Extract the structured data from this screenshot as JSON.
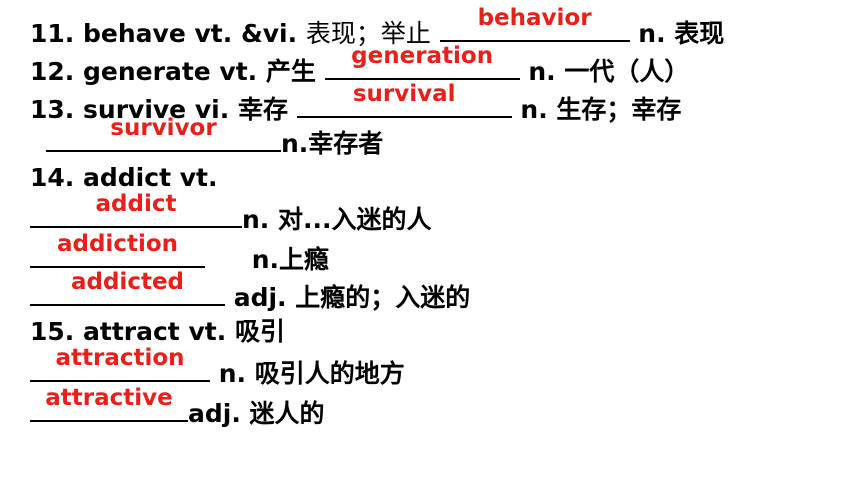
{
  "items": [
    {
      "num": "11.",
      "word": "behave vt. &vi.",
      "meaning": "表现；举止",
      "answer": "behavior",
      "after": "n. 表现"
    },
    {
      "num": "12.",
      "word": "generate  vt.",
      "meaning": "产生",
      "answer": "generation",
      "after": "n. 一代（人）"
    },
    {
      "num": "13.",
      "word": "survive vi.",
      "meaning": "幸存",
      "answer": "survival",
      "after": "n. 生存；幸存"
    },
    {
      "answer": "survivor",
      "after": "n.幸存者"
    },
    {
      "num": "14.",
      "word": "addict  vt."
    },
    {
      "answer": "addict",
      "after": "n. 对...入迷的人"
    },
    {
      "answer": "addiction",
      "after": "n.上瘾"
    },
    {
      "answer": "addicted",
      "after": "adj. 上瘾的；入迷的"
    },
    {
      "num": "15.",
      "word": "attract vt.",
      "meaning": "吸引"
    },
    {
      "answer": "attraction",
      "after": "n. 吸引人的地方"
    },
    {
      "answer": "attractive",
      "after": "adj. 迷人的"
    }
  ]
}
